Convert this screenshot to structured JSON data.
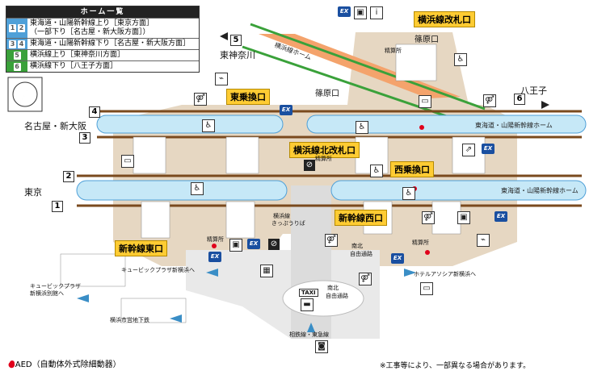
{
  "legend": {
    "title": "ホーム一覧",
    "rows": [
      {
        "nums": [
          "1",
          "2"
        ],
        "color": "#4fa0d8",
        "lines": [
          "東海道・山陽新幹線上り［東京方面］",
          "（一部下り［名古屋・新大阪方面］）"
        ]
      },
      {
        "nums": [
          "3",
          "4"
        ],
        "color": "#4fa0d8",
        "lines": [
          "東海道・山陽新幹線下り［名古屋・新大阪方面］"
        ]
      },
      {
        "nums": [
          "5"
        ],
        "color": "#3aa13a",
        "lines": [
          "横浜線上り［東神奈川方面］"
        ]
      },
      {
        "nums": [
          "6"
        ],
        "color": "#3aa13a",
        "lines": [
          "横浜線下り［八王子方面］"
        ]
      }
    ]
  },
  "gates": {
    "yokohama_kaisatsu": "横浜線改札口",
    "higashi_norikae": "東乗換口",
    "yokohama_kita": "横浜線北改札口",
    "nishi_norikae": "西乗換口",
    "shinkansen_nishi": "新幹線西口",
    "shinkansen_higashi": "新幹線東口"
  },
  "places": {
    "shinohara_1": "篠原口",
    "shinohara_2": "篠原口",
    "higashikanagawa": "東神奈川",
    "hachioji": "八王子",
    "nagoya_shinosaka": "名古屋・新大阪",
    "tokyo": "東京",
    "yokohama_platform": "横浜線ホーム",
    "shinkansen_platform_1": "東海道・山陽新幹線ホーム",
    "shinkansen_platform_2": "東海道・山陽新幹線ホーム",
    "seisanjo_1": "精算所",
    "seisanjo_2": "精算所",
    "seisanjo_3": "精算所",
    "seisanjo_4": "精算所",
    "kippu_1": "横浜線",
    "kippu_2": "きっぷうりば",
    "nanboku_1a": "南北",
    "nanboku_1b": "自由通路",
    "nanboku_2a": "南北",
    "nanboku_2b": "自由通路",
    "cubic_plaza": "キュービックプラザ新横浜へ",
    "cubic_annex_1": "キュービックプラザ",
    "cubic_annex_2": "新横浜別館へ",
    "hotel": "ホテルアソシア新横浜へ",
    "subway": "横浜市営地下鉄",
    "sotetsu": "相鉄線・東急線",
    "taxi": "TAXI"
  },
  "tracks": [
    "1",
    "2",
    "3",
    "4",
    "5",
    "6"
  ],
  "footer": {
    "aed": "AED（自動体外式除細動器）",
    "note": "※工事等により、一部異なる場合があります。"
  },
  "icons": {
    "ex": "EX"
  }
}
